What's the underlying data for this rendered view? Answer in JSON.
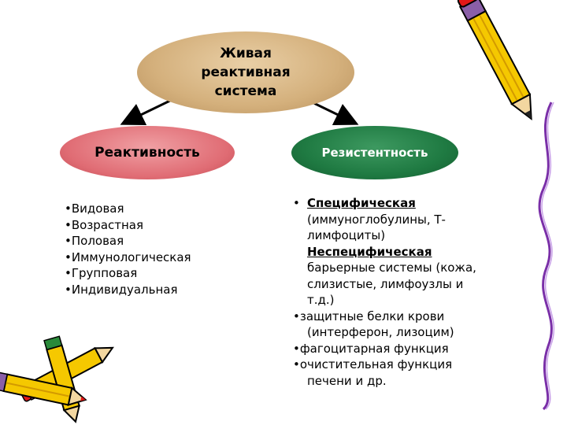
{
  "root": {
    "label": "Живая реактивная система"
  },
  "left_node": {
    "label": "Реактивность"
  },
  "right_node": {
    "label": "Резистентность"
  },
  "reactivity_items": [
    "Видовая",
    "Возрастная",
    "Половая",
    "Иммунологическая",
    "Групповая",
    "Индивидуальная"
  ],
  "resistance": {
    "specific_title": "Специфическая",
    "specific_desc": "(иммуноглобулины, Т-лимфоциты)",
    "nonspecific_title": "Неспецифическая",
    "nonspecific_desc": "барьерные системы (кожа, слизистые, лимфоузлы и т.д.)",
    "extra_items": [
      {
        "first": "защитные белки крови",
        "rest": "(интерферон, лизоцим)"
      },
      {
        "first": "фагоцитарная функция",
        "rest": ""
      },
      {
        "first": "очистительная функция",
        "rest": "печени и др."
      }
    ]
  },
  "colors": {
    "root_fill": "#d4b07c",
    "left_fill": "#e06c74",
    "right_fill": "#1f7a42",
    "pencil_yellow": "#f5c800",
    "eraser_red": "#e21818",
    "ribbon_purple": "#7a2fa8"
  }
}
